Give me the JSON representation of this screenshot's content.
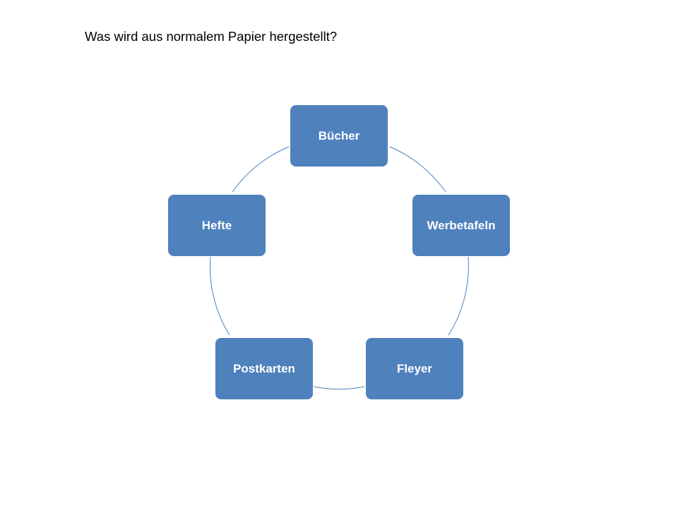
{
  "slide": {
    "question": "Was wird aus normalem Papier hergestellt?"
  },
  "diagram": {
    "type": "basic-cycle",
    "node_color": "#4f81bd",
    "connector_color": "#4f81bd",
    "nodes": [
      {
        "id": "buecher",
        "label": "Bücher"
      },
      {
        "id": "werbetafeln",
        "label": "Werbetafeln"
      },
      {
        "id": "fleyer",
        "label": "Fleyer"
      },
      {
        "id": "postkarten",
        "label": "Postkarten"
      },
      {
        "id": "hefte",
        "label": "Hefte"
      }
    ]
  }
}
